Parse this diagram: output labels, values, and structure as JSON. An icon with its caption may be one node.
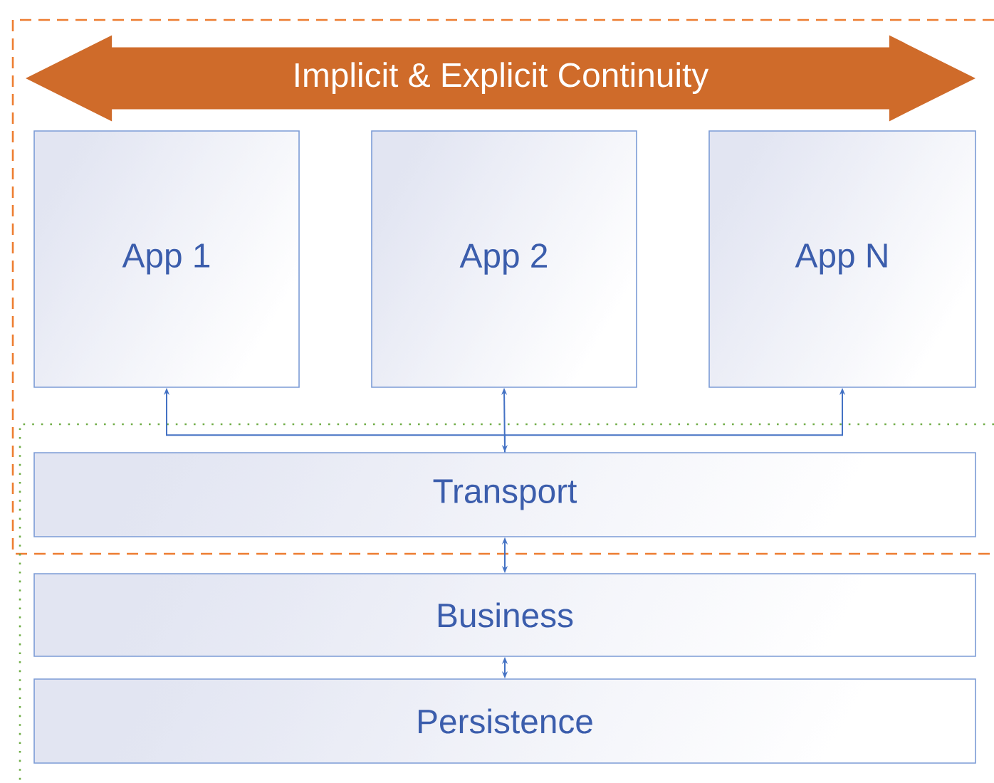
{
  "diagram": {
    "nodes": [
      {
        "text": [
          "Implicit & Explicit Continuity"
        ]
      },
      {
        "text": [
          "App 1"
        ]
      },
      {
        "text": [
          "App 2"
        ]
      },
      {
        "text": [
          "App N"
        ]
      },
      {
        "text": [
          "Transport"
        ]
      },
      {
        "text": [
          "Business"
        ]
      },
      {
        "text": [
          "Persistence"
        ]
      }
    ],
    "edges": [
      {
        "from": 4,
        "to": 1,
        "arrow": "to"
      },
      {
        "from": 4,
        "to": 2,
        "arrow": "both"
      },
      {
        "from": 4,
        "to": 3,
        "arrow": "to"
      },
      {
        "from": 4,
        "to": 5,
        "arrow": "both"
      },
      {
        "from": 5,
        "to": 6,
        "arrow": "both"
      }
    ]
  }
}
